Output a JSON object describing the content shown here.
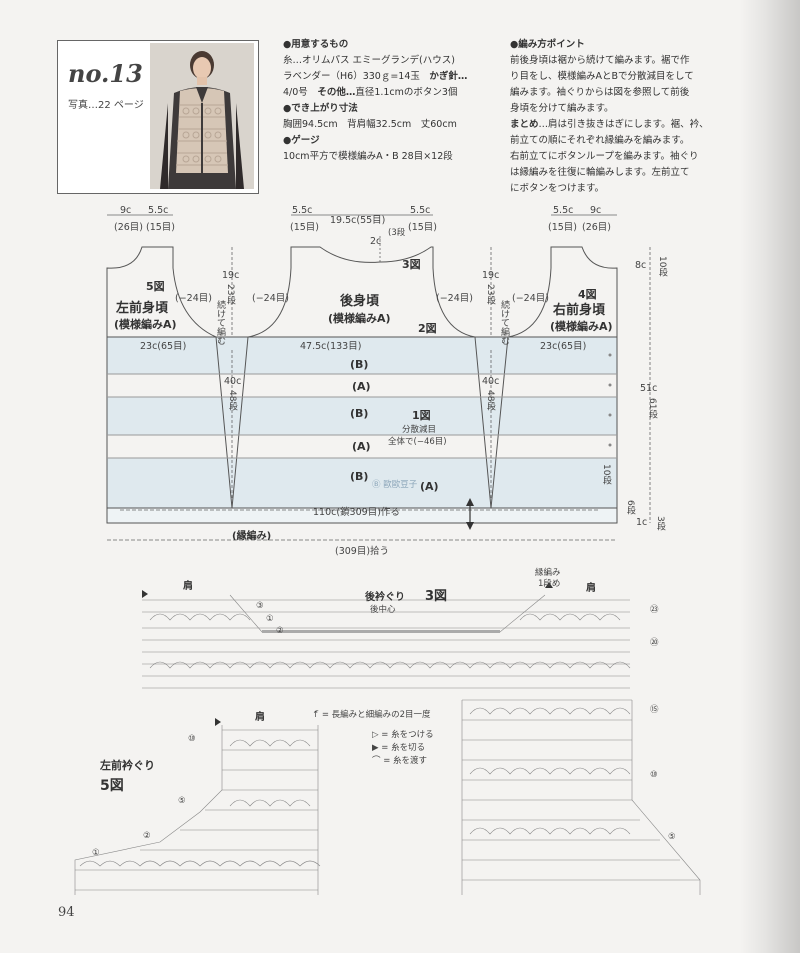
{
  "header": {
    "pattern_no": "no.13",
    "photo_ref": "写真…22 ページ"
  },
  "materials": {
    "heading": "●用意するもの",
    "line1": "糸…オリムパス エミーグランデ(ハウス)",
    "line2_a": "ラベンダー（H6）330ｇ=14玉",
    "line2_b": "かぎ針…",
    "line3_a": "4/0号",
    "line3_b": "その他…",
    "line3_c": "直径1.1cmのボタン3個"
  },
  "size": {
    "heading": "●でき上がり寸法",
    "line": "胸囲94.5cm　背肩幅32.5cm　丈60cm"
  },
  "gauge": {
    "heading": "●ゲージ",
    "line": "10cm平方で模様編みA・B 28目×12段"
  },
  "points": {
    "heading": "●編み方ポイント",
    "lines": [
      "前後身頃は裾から続けて編みます。裾で作",
      "り目をし、模様編みAとBで分散減目をして",
      "編みます。袖ぐりからは図を参照して前後",
      "身頃を分けて編みます。"
    ],
    "finish_label": "まとめ",
    "finish_lines": [
      "…肩は引き抜きはぎにします。裾、衿、",
      "前立ての順にそれぞれ縁編みを編みます。",
      "右前立てにボタンループを編みます。袖ぐり",
      "は縁編みを往復に輪編みします。左前立て",
      "にボタンをつけます。"
    ]
  },
  "schematic": {
    "top_left_dims": [
      "9c",
      "5.5c",
      "(26目)",
      "(15目)"
    ],
    "top_center_dims": [
      "5.5c",
      "19.5c(55目)",
      "5.5c",
      "(15目)",
      "(15目)"
    ],
    "top_right_dims": [
      "5.5c",
      "9c",
      "(15目)",
      "(26目)"
    ],
    "neck_drop": "2c",
    "neck_rows": "3段",
    "left_front": {
      "fig": "5図",
      "name": "左前身頃",
      "pattern": "(模様編みA)"
    },
    "back": {
      "fig": "3図",
      "name": "後身頃",
      "pattern": "(模様編みA)",
      "fig2": "2図"
    },
    "right_front": {
      "fig": "4図",
      "name": "右前身頃",
      "pattern": "(模様編みA)"
    },
    "dec": "(−24目)",
    "armhole_h": "19c",
    "armhole_rows": "23段",
    "continue_note": "続けて編む",
    "left_width": "23c(65目)",
    "back_width": "47.5c(133目)",
    "right_width": "23c(65目)",
    "side_h": "40c",
    "side_rows": "48段",
    "bands": [
      "(B)",
      "(A)",
      "(B)",
      "(A)",
      "(B)",
      "(A)"
    ],
    "fig1": "1図",
    "fig1_note1": "分散減目",
    "fig1_note2": "全体で(−46目)",
    "hem": "110c(鎖309目)作る",
    "edging": "(縁編み)",
    "pickup": "(309目)拾う",
    "right_dims": {
      "top_c": "8c",
      "top_rows": "10段",
      "total_c": "51c",
      "total_rows": "61段",
      "mid_rows": "10段",
      "low_rows": "6段",
      "edge_c": "1c",
      "edge_rows": "3段"
    },
    "watermark": "Ⓑ 歐歐豆子"
  },
  "chart3": {
    "shoulder_l": "肩",
    "title": "後衿ぐり",
    "fig": "3図",
    "center": "後中心",
    "edge_note1": "縁編み",
    "edge_note2": "1段め",
    "shoulder_r": "肩",
    "row_labels": [
      "③",
      "①",
      "②",
      "㉓",
      "⑳",
      "⑮",
      "⑩",
      "⑤"
    ]
  },
  "chart5": {
    "shoulder": "肩",
    "title": "左前衿ぐり",
    "fig": "5図",
    "row_labels": [
      "⑩",
      "⑤",
      "②",
      "①"
    ]
  },
  "legend": {
    "items": [
      "= 長編みと細編みの2目一度",
      "= 糸をつける",
      "= 糸を切る",
      "= 糸を渡す"
    ]
  },
  "page": {
    "number": "94"
  }
}
